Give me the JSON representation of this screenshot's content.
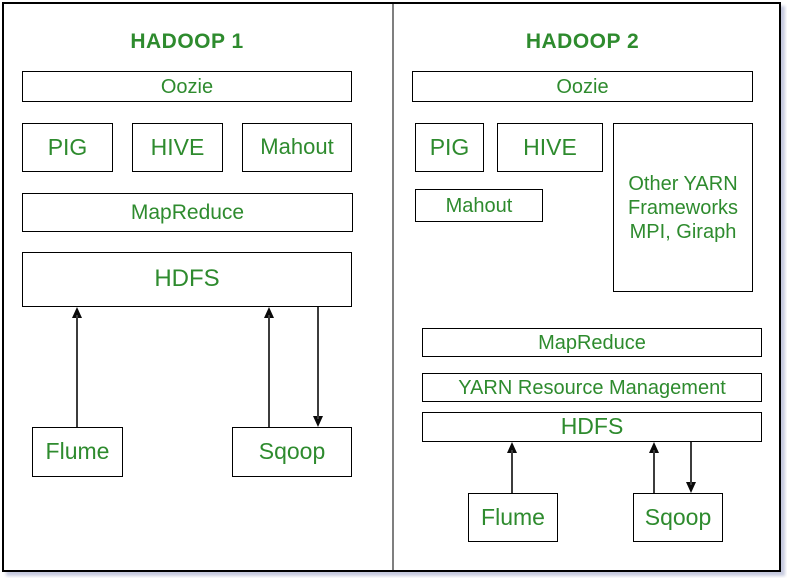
{
  "diagram": {
    "colors": {
      "text_green": "#2e8b2e",
      "box_border": "#000000",
      "divider_gray": "#7f7f7f",
      "background": "#ffffff"
    },
    "panels": [
      {
        "title": "HADOOP 1",
        "oozie": "Oozie",
        "pig": "PIG",
        "hive": "HIVE",
        "mahout": "Mahout",
        "mapreduce": "MapReduce",
        "hdfs": "HDFS",
        "flume": "Flume",
        "sqoop": "Sqoop"
      },
      {
        "title": "HADOOP 2",
        "oozie": "Oozie",
        "pig": "PIG",
        "hive": "HIVE",
        "mahout": "Mahout",
        "other_yarn": "Other YARN Frameworks MPI, Giraph",
        "mapreduce": "MapReduce",
        "yarn_rm": "YARN Resource Management",
        "hdfs": "HDFS",
        "flume": "Flume",
        "sqoop": "Sqoop"
      }
    ]
  }
}
